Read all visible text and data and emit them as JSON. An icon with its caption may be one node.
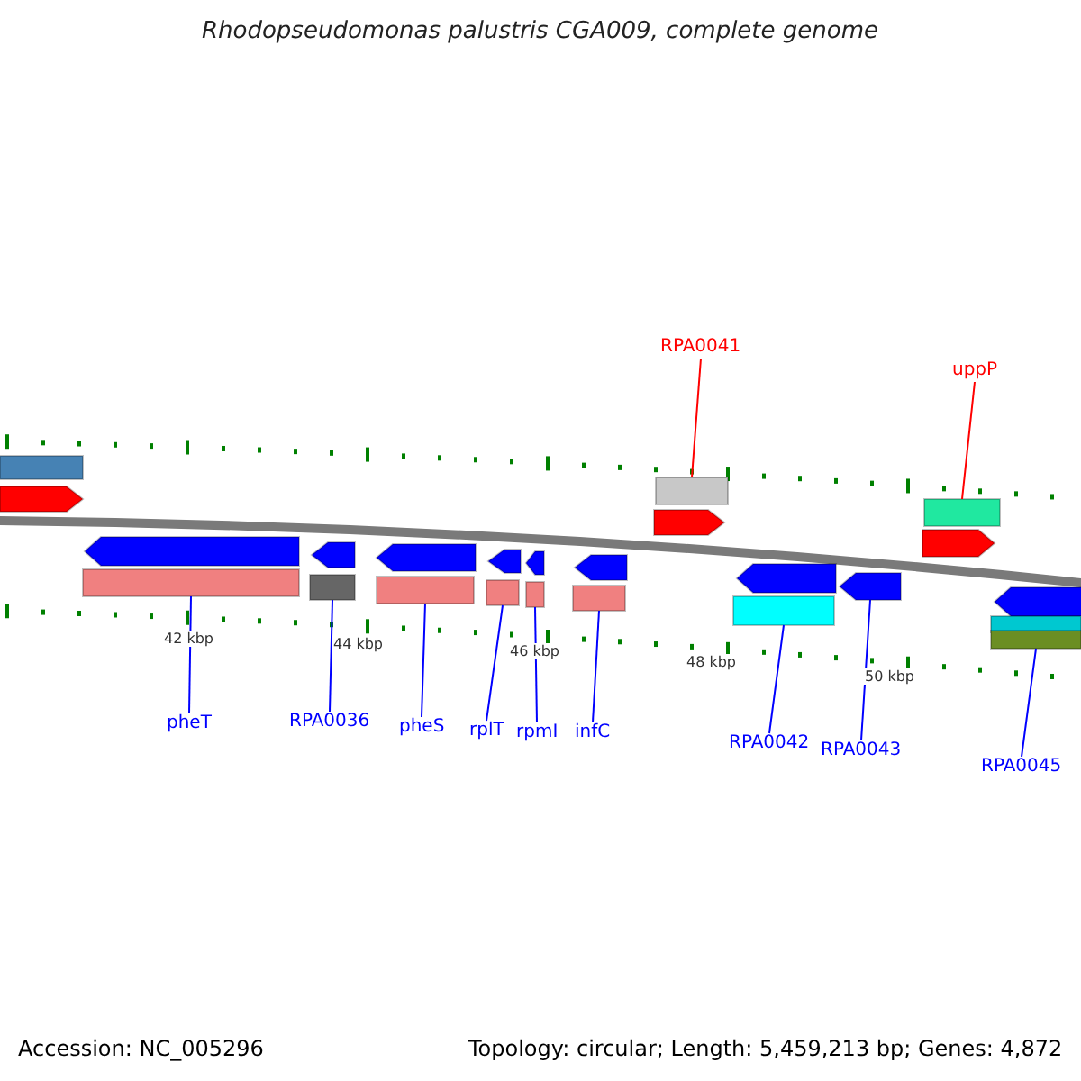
{
  "diagram": {
    "title": "Rhodopseudomonas palustris CGA009, complete genome",
    "nodes": [
      {
        "text": [
          "RPA0041"
        ]
      },
      {
        "text": [
          "uppP"
        ]
      },
      {
        "text": [
          "pheT"
        ]
      },
      {
        "text": [
          "RPA0036"
        ]
      },
      {
        "text": [
          "pheS"
        ]
      },
      {
        "text": [
          "rplT"
        ]
      },
      {
        "text": [
          "rpmI"
        ]
      },
      {
        "text": [
          "infC"
        ]
      },
      {
        "text": [
          "RPA0042"
        ]
      },
      {
        "text": [
          "RPA0043"
        ]
      },
      {
        "text": [
          "RPA0045"
        ]
      },
      {
        "text": [],
        "shape": "bar"
      },
      {
        "text": [],
        "shape": "bar"
      },
      {
        "text": [],
        "shape": "bar"
      },
      {
        "text": [],
        "shape": "bar"
      },
      {
        "text": [],
        "shape": "bar"
      },
      {
        "text": [],
        "shape": "bar"
      },
      {
        "text": [],
        "shape": "bar"
      },
      {
        "text": [],
        "shape": "bar"
      },
      {
        "text": [],
        "shape": "bar"
      },
      {
        "text": [],
        "shape": "pentagon"
      },
      {
        "text": [],
        "shape": "bar"
      }
    ],
    "edges": [
      {
        "from": 0,
        "to": 11,
        "arrow": "none",
        "color": "#ff0000"
      },
      {
        "from": 1,
        "to": 12,
        "arrow": "none",
        "color": "#ff0000"
      },
      {
        "from": 2,
        "to": 13,
        "arrow": "none"
      },
      {
        "from": 3,
        "to": 14,
        "arrow": "none"
      },
      {
        "from": 4,
        "to": 15,
        "arrow": "none"
      },
      {
        "from": 5,
        "to": 16,
        "arrow": "none"
      },
      {
        "from": 6,
        "to": 17,
        "arrow": "none"
      },
      {
        "from": 7,
        "to": 18,
        "arrow": "none"
      },
      {
        "from": 8,
        "to": 19,
        "arrow": "none"
      },
      {
        "from": 9,
        "to": 20,
        "arrow": "none"
      },
      {
        "from": 10,
        "to": 21,
        "arrow": "none"
      }
    ],
    "labels": [
      "42 kbp",
      "44 kbp",
      "46 kbp",
      "48 kbp",
      "50 kbp",
      "Accession: NC_005296",
      "Topology: circular; Length: 5,459,213 bp; Genes: 4,872"
    ]
  }
}
